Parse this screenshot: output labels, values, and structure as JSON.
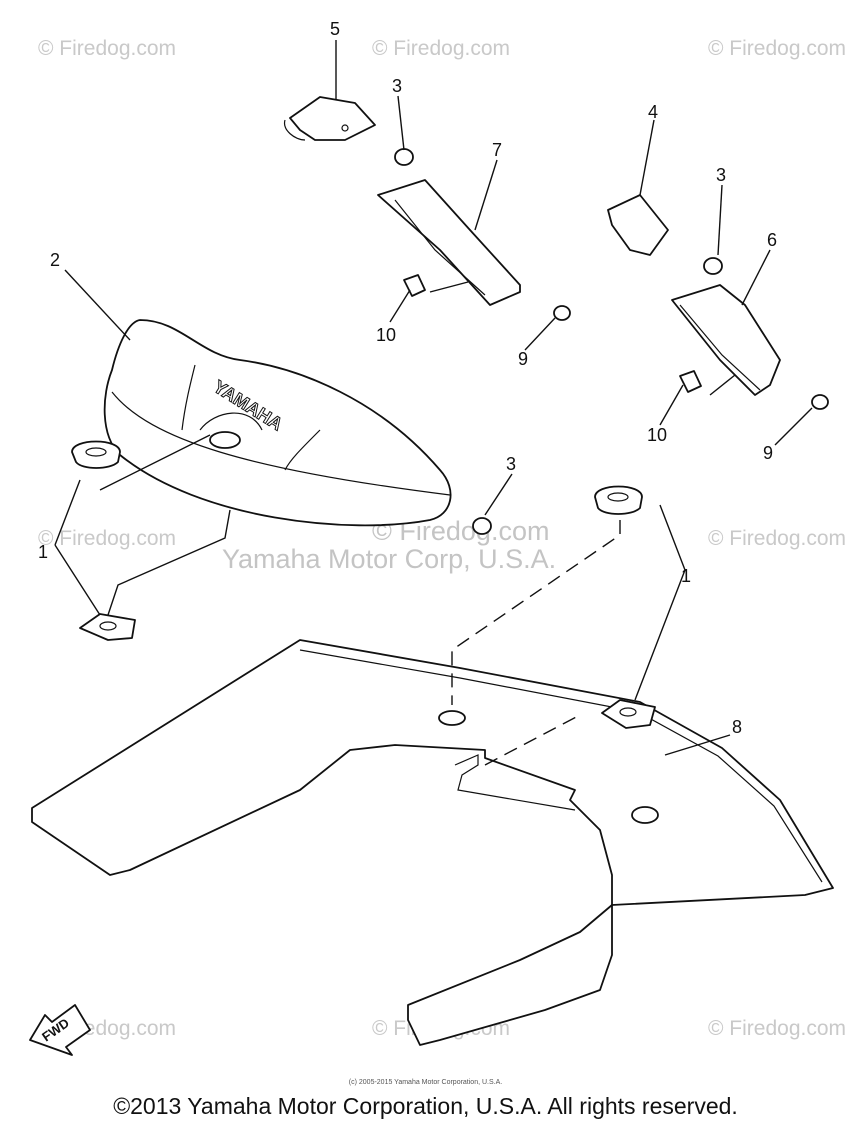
{
  "labels": {
    "p1_left": "1",
    "p1_right": "1",
    "p2": "2",
    "p3_top": "3",
    "p3_right": "3",
    "p3_mid": "3",
    "p4": "4",
    "p5": "5",
    "p6": "6",
    "p7": "7",
    "p8": "8",
    "p9_left": "9",
    "p9_right": "9",
    "p10_left": "10",
    "p10_right": "10"
  },
  "brand_text": "YAMAHA",
  "fwd_label": "FWD",
  "watermarks": {
    "firedog": "© Firedog.com",
    "center_firedog": "© Firedog.com",
    "center_corp": "Yamaha Motor Corp, U.S.A."
  },
  "footer": {
    "small": "(c) 2005-2015 Yamaha Motor Corporation, U.S.A.",
    "copyright": "©2013 Yamaha Motor Corporation, U.S.A. All rights reserved."
  }
}
